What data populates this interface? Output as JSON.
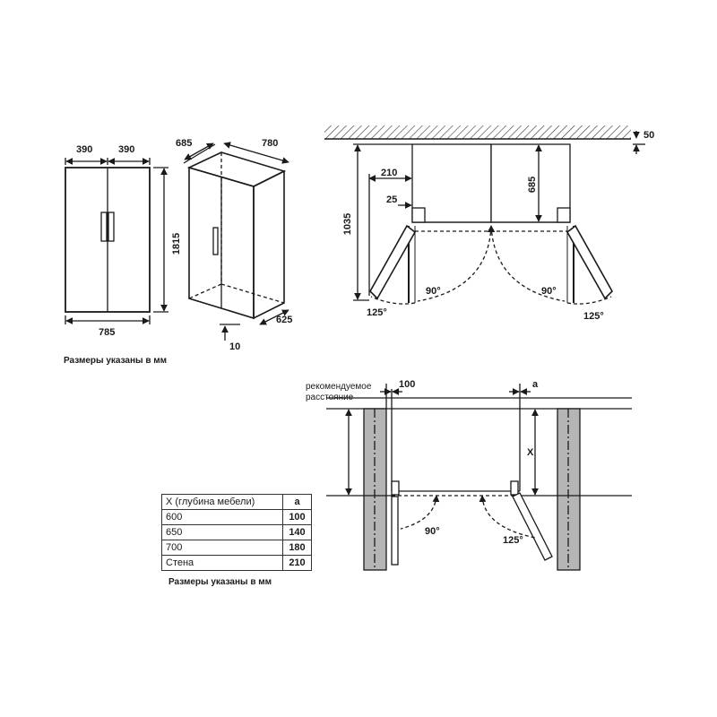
{
  "front_view": {
    "width_left": "390",
    "width_right": "390",
    "width_total": "785",
    "height": "1815"
  },
  "perspective_view": {
    "depth": "685",
    "width": "780",
    "door_depth": "625",
    "clearance": "10"
  },
  "top_view": {
    "wall_gap": "50",
    "door_depth": "685",
    "side_clearance": "210",
    "hinge_offset": "25",
    "open_depth": "1035",
    "angle_90_left": "90°",
    "angle_90_right": "90°",
    "angle_125_left": "125°",
    "angle_125_right": "125°"
  },
  "install_view": {
    "recommended_label_line1": "рекомендуемое",
    "recommended_label_line2": "расстояние",
    "recommended_value": "100",
    "gap_label": "a",
    "depth_label": "X",
    "angle_90": "90°",
    "angle_125": "125°"
  },
  "notes": {
    "units_top": "Размеры указаны в мм",
    "units_bottom": "Размеры указаны в мм"
  },
  "table": {
    "headers": [
      "X (глубина мебели)",
      "a"
    ],
    "rows": [
      {
        "x": "600",
        "a": "100"
      },
      {
        "x": "650",
        "a": "140"
      },
      {
        "x": "700",
        "a": "180"
      },
      {
        "x": "Стена",
        "a": "210"
      }
    ]
  }
}
